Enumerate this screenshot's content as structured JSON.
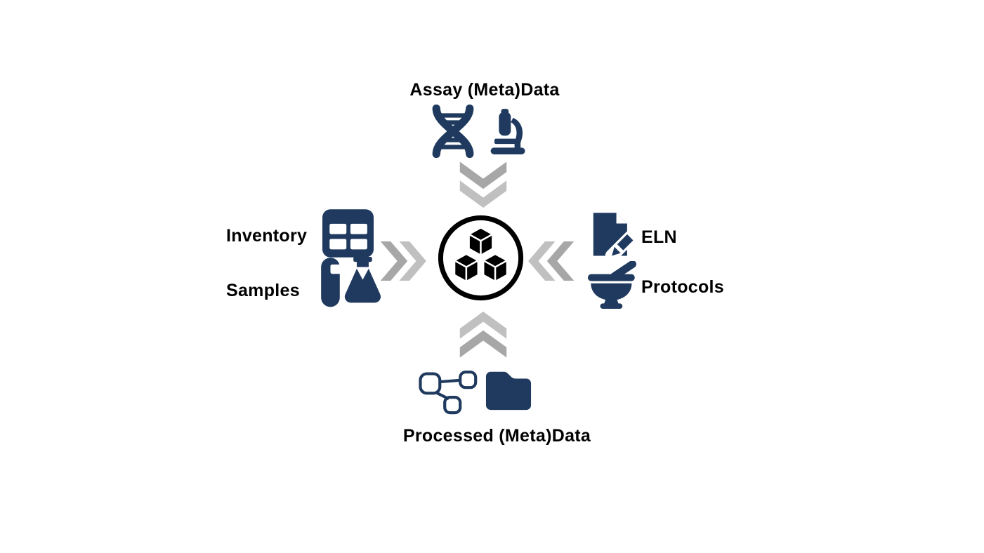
{
  "diagram": {
    "center_hub": {
      "icon": "data-cubes-icon"
    },
    "top": {
      "label": "Assay (Meta)Data",
      "icons": [
        "dna-icon",
        "microscope-icon"
      ],
      "arrow": "double-chevron-down"
    },
    "left": {
      "items": [
        {
          "label": "Inventory",
          "icon": "table-grid-icon"
        },
        {
          "label": "Samples",
          "icon": "test-tube-flask-icon"
        }
      ],
      "arrow": "double-chevron-right"
    },
    "right": {
      "items": [
        {
          "label": "ELN",
          "icon": "document-pencil-icon"
        },
        {
          "label": "Protocols",
          "icon": "mortar-pestle-icon"
        }
      ],
      "arrow": "double-chevron-left"
    },
    "bottom": {
      "label": "Processed (Meta)Data",
      "icons": [
        "network-nodes-icon",
        "folder-icon"
      ],
      "arrow": "double-chevron-up"
    }
  },
  "colors": {
    "navy": "#1f3a5e",
    "ink": "#000000",
    "gray_dark": "#a7a7a7",
    "gray_light": "#c0c0c0",
    "background": "#ffffff",
    "text": "#000000"
  }
}
